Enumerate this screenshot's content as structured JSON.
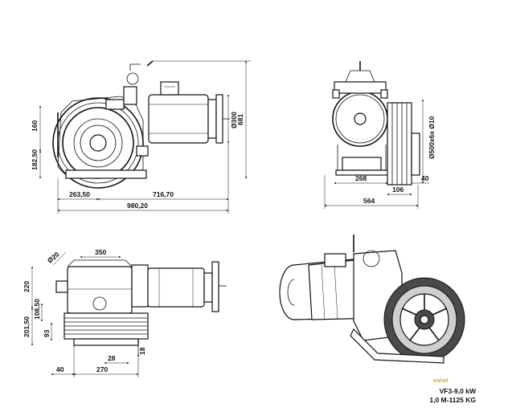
{
  "front_view": {
    "dims": {
      "h160": "160",
      "h182": "182,50",
      "w263": "263,50",
      "w716": "716,70",
      "w980": "980,20",
      "d300": "Ø300",
      "h681": "681"
    }
  },
  "side_view": {
    "dims": {
      "w268": "268",
      "w106": "106",
      "w564": "564",
      "w40": "40",
      "pulley": "Ø500x6x Ø10"
    }
  },
  "top_view": {
    "dims": {
      "d20": "Ø20",
      "w350": "350",
      "h220": "220",
      "h201": "201,50",
      "h108": "108,50",
      "h93": "93",
      "w28": "28",
      "h18": "18",
      "w40": "40",
      "w270": "270"
    }
  },
  "brand": {
    "logo": "volot"
  },
  "caption": {
    "line1": "VF3-9,0 kW",
    "line2": "1,0 M-1125 KG"
  }
}
